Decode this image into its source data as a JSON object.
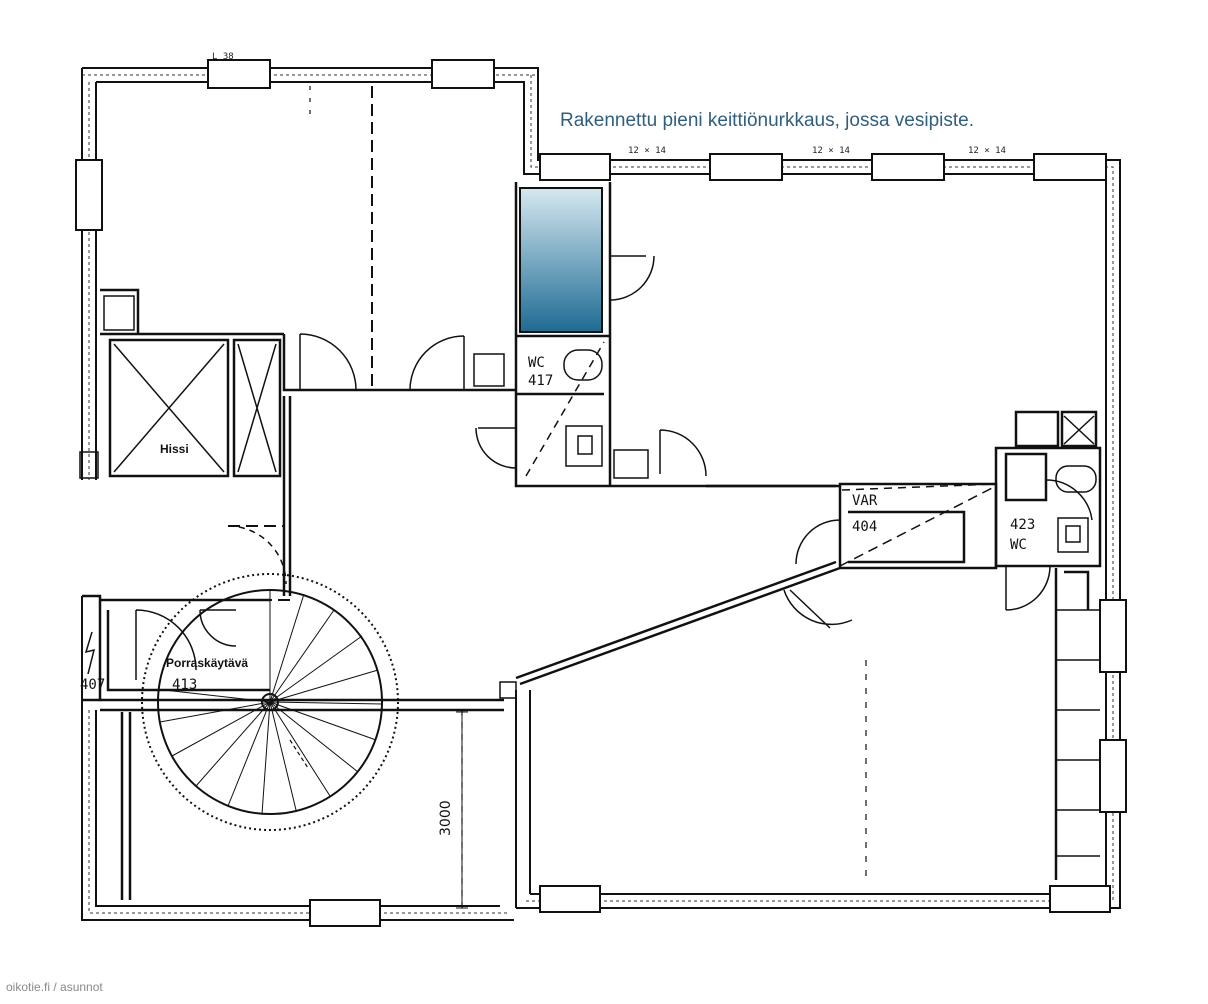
{
  "annotation": "Rakennettu pieni keittiönurkkaus, jossa vesipiste.",
  "rooms": {
    "hissi": "Hissi",
    "stair": "Porraskäytävä",
    "stair_no": "413",
    "wc1": "WC",
    "wc1_no": "417",
    "var": "VAR",
    "var_no": "404",
    "wc2_no": "423",
    "wc2": "WC",
    "room407": "407"
  },
  "dimensions": {
    "top_left": "L 38",
    "window_a": "12 × 14",
    "window_b": "12 × 14",
    "window_c": "12 × 14",
    "height": "3000"
  },
  "credit": "oikotie.fi / asunnot",
  "colors": {
    "kitchen_top": "#d6e8f0",
    "kitchen_bottom": "#1d6b93",
    "annotation": "#2f5f7f"
  }
}
